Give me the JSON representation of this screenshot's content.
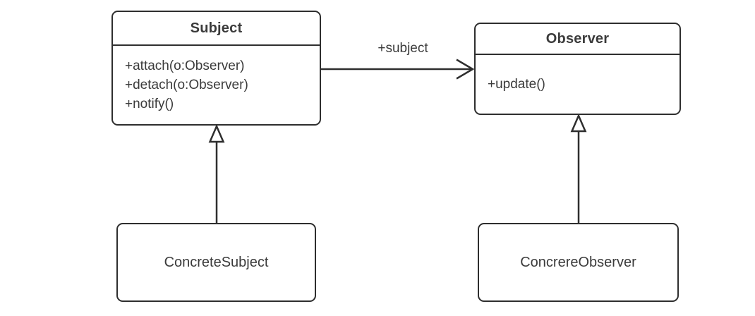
{
  "classes": {
    "subject": {
      "name": "Subject",
      "methods": [
        "+attach(o:Observer)",
        "+detach(o:Observer)",
        "+notify()"
      ]
    },
    "observer": {
      "name": "Observer",
      "methods": [
        "+update()"
      ]
    },
    "concrete_subject": {
      "name": "ConcreteSubject"
    },
    "concrete_observer": {
      "name": "ConcrereObserver"
    }
  },
  "relations": {
    "association": {
      "label": "+subject"
    }
  },
  "colors": {
    "stroke": "#2e2e2e",
    "text": "#3b3b3b",
    "background": "#ffffff"
  }
}
